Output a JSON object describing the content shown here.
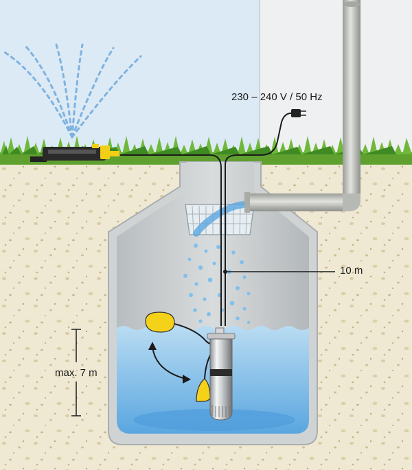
{
  "labels": {
    "power": "230 – 240 V / 50 Hz",
    "cable_length": "10 m",
    "max_depth": "max. 7 m"
  },
  "colors": {
    "sky": "#dbeaf5",
    "wall": "#eef0f1",
    "soil": "#efe8d3",
    "grass": "#5fa02e",
    "concrete": "#cfd3d4",
    "water": "#8ec6ea",
    "pipe": "#bfc1bd",
    "float_switch": "#f5d21a",
    "cable": "#1b1b1b"
  },
  "icons": [
    "sprinkler-icon",
    "plug-icon",
    "pump-icon",
    "float-switch-icon",
    "strainer-basket-icon"
  ]
}
